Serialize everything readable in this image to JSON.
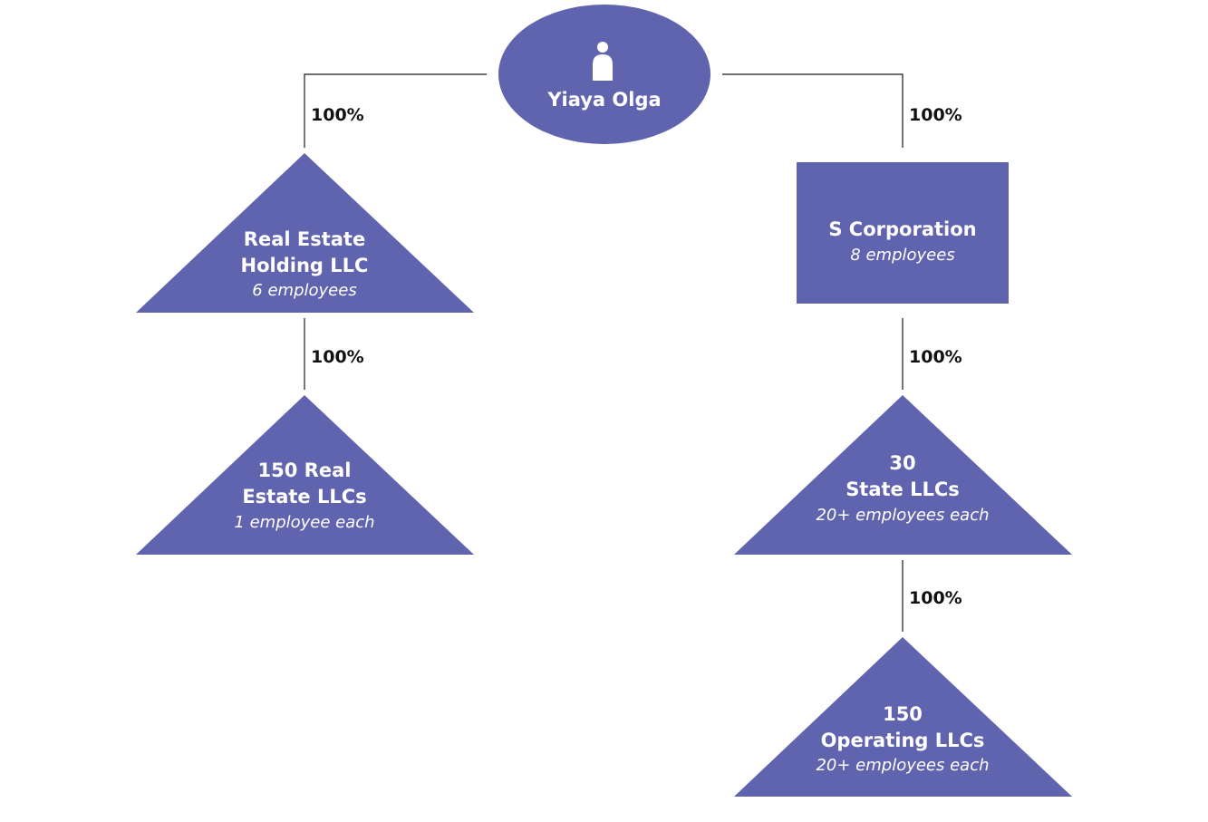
{
  "colors": {
    "entity_fill": "#6063ad",
    "connector": "#1a1a1a",
    "label_text": "#ffffff",
    "percent_text": "#111111"
  },
  "owner": {
    "name": "Yiaya Olga",
    "icon": "person-icon"
  },
  "entities": {
    "real_estate_holding": {
      "line1": "Real Estate",
      "line2": "Holding LLC",
      "employees": "6 employees"
    },
    "real_estate_llcs": {
      "line1": "150 Real",
      "line2": "Estate LLCs",
      "employees": "1 employee each"
    },
    "s_corporation": {
      "line1": "S Corporation",
      "employees": "8 employees"
    },
    "state_llcs": {
      "line1": "30",
      "line2": "State LLCs",
      "employees": "20+ employees each"
    },
    "operating_llcs": {
      "line1": "150",
      "line2": "Operating LLCs",
      "employees": "20+ employees each"
    }
  },
  "ownership": {
    "owner_to_holding": "100%",
    "owner_to_scorp": "100%",
    "holding_to_llcs": "100%",
    "scorp_to_state": "100%",
    "state_to_operating": "100%"
  }
}
